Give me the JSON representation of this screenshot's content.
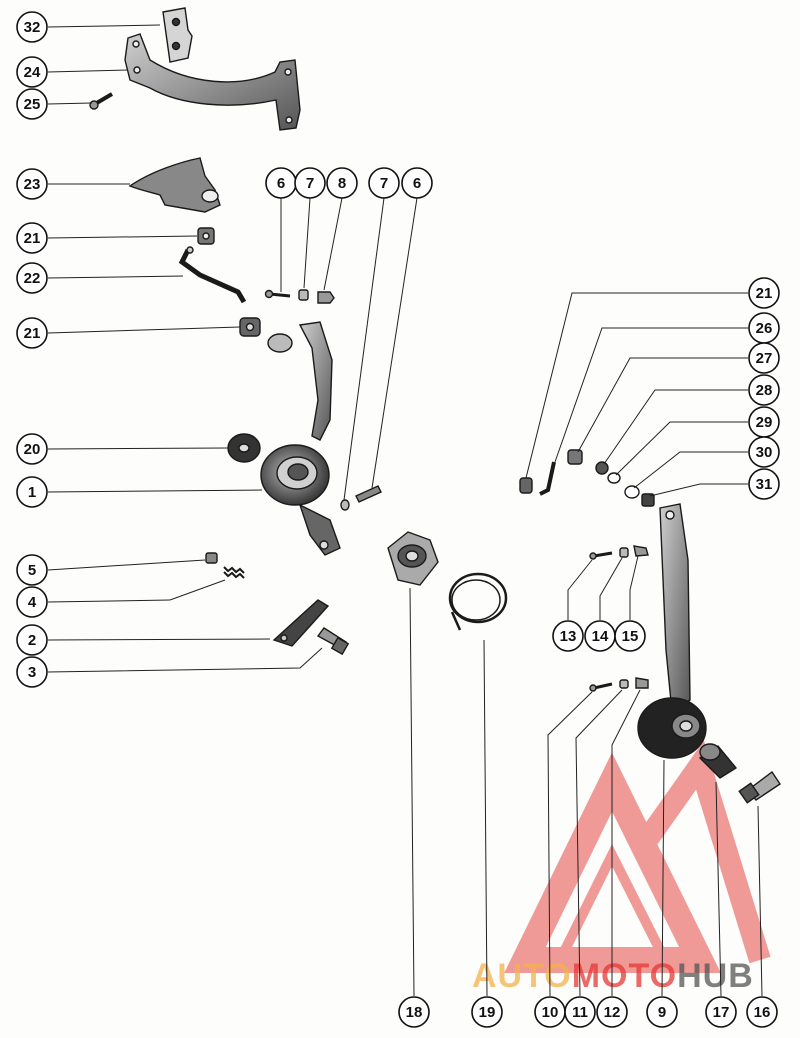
{
  "diagram": {
    "callouts": [
      {
        "id": "c32",
        "label": "32"
      },
      {
        "id": "c24",
        "label": "24"
      },
      {
        "id": "c25",
        "label": "25"
      },
      {
        "id": "c23",
        "label": "23"
      },
      {
        "id": "c21a",
        "label": "21"
      },
      {
        "id": "c22",
        "label": "22"
      },
      {
        "id": "c21b",
        "label": "21"
      },
      {
        "id": "c20",
        "label": "20"
      },
      {
        "id": "c1",
        "label": "1"
      },
      {
        "id": "c5",
        "label": "5"
      },
      {
        "id": "c4",
        "label": "4"
      },
      {
        "id": "c2",
        "label": "2"
      },
      {
        "id": "c3",
        "label": "3"
      },
      {
        "id": "c6a",
        "label": "6"
      },
      {
        "id": "c7a",
        "label": "7"
      },
      {
        "id": "c8",
        "label": "8"
      },
      {
        "id": "c7b",
        "label": "7"
      },
      {
        "id": "c6b",
        "label": "6"
      },
      {
        "id": "c21c",
        "label": "21"
      },
      {
        "id": "c26",
        "label": "26"
      },
      {
        "id": "c27",
        "label": "27"
      },
      {
        "id": "c28",
        "label": "28"
      },
      {
        "id": "c29",
        "label": "29"
      },
      {
        "id": "c30",
        "label": "30"
      },
      {
        "id": "c31",
        "label": "31"
      },
      {
        "id": "c13",
        "label": "13"
      },
      {
        "id": "c14",
        "label": "14"
      },
      {
        "id": "c15",
        "label": "15"
      },
      {
        "id": "c18",
        "label": "18"
      },
      {
        "id": "c19",
        "label": "19"
      },
      {
        "id": "c10",
        "label": "10"
      },
      {
        "id": "c11",
        "label": "11"
      },
      {
        "id": "c12",
        "label": "12"
      },
      {
        "id": "c9",
        "label": "9"
      },
      {
        "id": "c17",
        "label": "17"
      },
      {
        "id": "c16",
        "label": "16"
      }
    ]
  },
  "watermark": {
    "part1": "AUTO",
    "part2": "MOTO",
    "part3": "HUB",
    "color_main": "#e53935",
    "color_part1": "#f4b24a",
    "color_part3": "#555555"
  }
}
